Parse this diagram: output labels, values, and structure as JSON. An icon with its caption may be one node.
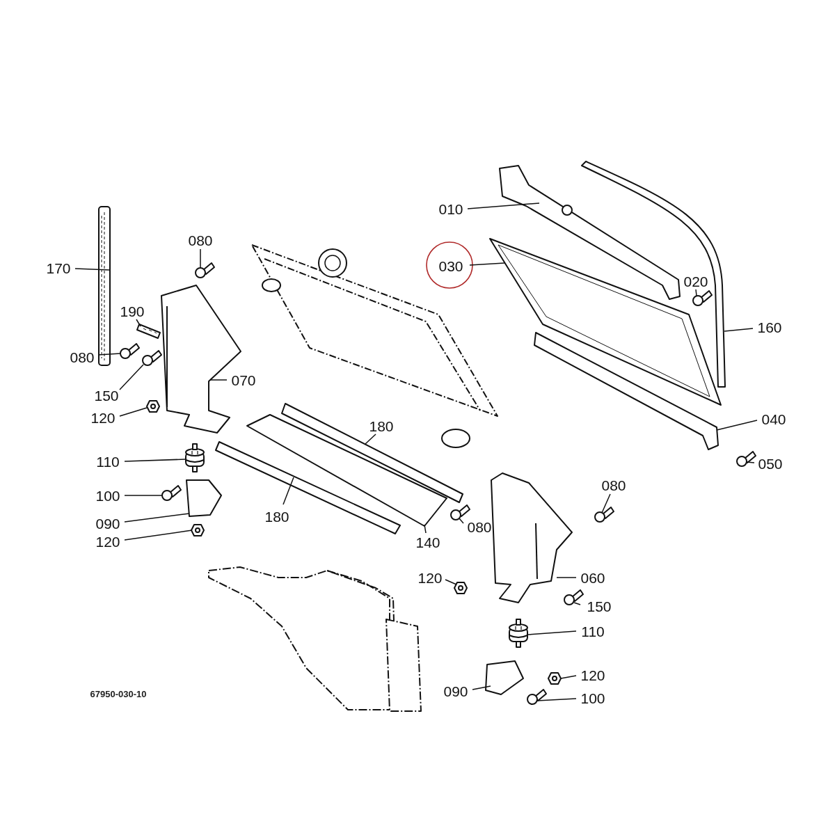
{
  "diagram": {
    "nodes": [
      {
        "text": [
          "010"
        ]
      },
      {
        "text": [
          "030"
        ]
      },
      {
        "text": [
          "020"
        ]
      },
      {
        "text": [
          "160"
        ]
      },
      {
        "text": [
          "040"
        ]
      },
      {
        "text": [
          "050"
        ]
      },
      {
        "text": [
          "170"
        ]
      },
      {
        "text": [
          "080"
        ]
      },
      {
        "text": [
          "190"
        ]
      },
      {
        "text": [
          "080"
        ]
      },
      {
        "text": [
          "150"
        ]
      },
      {
        "text": [
          "070"
        ]
      },
      {
        "text": [
          "120"
        ]
      },
      {
        "text": [
          "110"
        ]
      },
      {
        "text": [
          "100"
        ]
      },
      {
        "text": [
          "090"
        ]
      },
      {
        "text": [
          "120"
        ]
      },
      {
        "text": [
          "180"
        ]
      },
      {
        "text": [
          "180"
        ]
      },
      {
        "text": [
          "140"
        ]
      },
      {
        "text": [
          "080"
        ]
      },
      {
        "text": [
          "080"
        ]
      },
      {
        "text": [
          "060"
        ]
      },
      {
        "text": [
          "120"
        ]
      },
      {
        "text": [
          "150"
        ]
      },
      {
        "text": [
          "110"
        ]
      },
      {
        "text": [
          "090"
        ]
      },
      {
        "text": [
          "120"
        ]
      },
      {
        "text": [
          "100"
        ]
      },
      {
        "text": [],
        "shape": "picture"
      },
      {
        "text": [],
        "shape": "picture"
      },
      {
        "text": [],
        "shape": "picture"
      },
      {
        "text": [],
        "shape": "picture"
      },
      {
        "text": [],
        "shape": "picture"
      },
      {
        "text": [],
        "shape": "picture"
      },
      {
        "text": [],
        "shape": "picture"
      },
      {
        "text": [],
        "shape": "picture"
      },
      {
        "text": [],
        "shape": "picture"
      },
      {
        "text": [],
        "shape": "picture"
      },
      {
        "text": [],
        "shape": "picture"
      },
      {
        "text": [],
        "shape": "picture"
      },
      {
        "text": [],
        "shape": "picture"
      },
      {
        "text": [],
        "shape": "picture"
      },
      {
        "text": [],
        "shape": "picture"
      },
      {
        "text": [],
        "shape": "picture"
      },
      {
        "text": [],
        "shape": "picture"
      },
      {
        "text": [],
        "shape": "picture"
      },
      {
        "text": [],
        "shape": "picture"
      },
      {
        "text": [],
        "shape": "picture"
      },
      {
        "text": [],
        "shape": "picture"
      },
      {
        "text": [],
        "shape": "picture"
      },
      {
        "text": [],
        "shape": "picture"
      },
      {
        "text": [],
        "shape": "picture"
      },
      {
        "text": [],
        "shape": "picture"
      },
      {
        "text": [],
        "shape": "picture"
      },
      {
        "text": [],
        "shape": "picture"
      },
      {
        "text": [],
        "shape": "picture"
      },
      {
        "text": [],
        "shape": "picture"
      }
    ],
    "edges": [
      {
        "from": 0,
        "to": 29,
        "arrow": "none"
      },
      {
        "from": 1,
        "to": 30,
        "arrow": "none"
      },
      {
        "from": 2,
        "to": 31,
        "arrow": "none"
      },
      {
        "from": 3,
        "to": 32,
        "arrow": "none"
      },
      {
        "from": 4,
        "to": 33,
        "arrow": "none"
      },
      {
        "from": 5,
        "to": 34,
        "arrow": "none"
      },
      {
        "from": 6,
        "to": 35,
        "arrow": "none"
      },
      {
        "from": 7,
        "to": 36,
        "arrow": "none"
      },
      {
        "from": 8,
        "to": 37,
        "arrow": "none"
      },
      {
        "from": 9,
        "to": 38,
        "arrow": "none"
      },
      {
        "from": 10,
        "to": 39,
        "arrow": "none"
      },
      {
        "from": 11,
        "to": 40,
        "arrow": "none"
      },
      {
        "from": 12,
        "to": 41,
        "arrow": "none"
      },
      {
        "from": 13,
        "to": 42,
        "arrow": "none"
      },
      {
        "from": 14,
        "to": 43,
        "arrow": "none"
      },
      {
        "from": 15,
        "to": 44,
        "arrow": "none"
      },
      {
        "from": 16,
        "to": 45,
        "arrow": "none"
      },
      {
        "from": 17,
        "to": 46,
        "arrow": "none"
      },
      {
        "from": 18,
        "to": 47,
        "arrow": "none"
      },
      {
        "from": 19,
        "to": 48,
        "arrow": "none"
      },
      {
        "from": 20,
        "to": 49,
        "arrow": "none"
      },
      {
        "from": 21,
        "to": 50,
        "arrow": "none"
      },
      {
        "from": 22,
        "to": 51,
        "arrow": "none"
      },
      {
        "from": 23,
        "to": 52,
        "arrow": "none"
      },
      {
        "from": 24,
        "to": 53,
        "arrow": "none"
      },
      {
        "from": 25,
        "to": 54,
        "arrow": "none"
      },
      {
        "from": 26,
        "to": 55,
        "arrow": "none"
      },
      {
        "from": 27,
        "to": 56,
        "arrow": "none"
      },
      {
        "from": 28,
        "to": 57,
        "arrow": "none"
      }
    ],
    "labels": [
      "67950-030-10"
    ]
  }
}
